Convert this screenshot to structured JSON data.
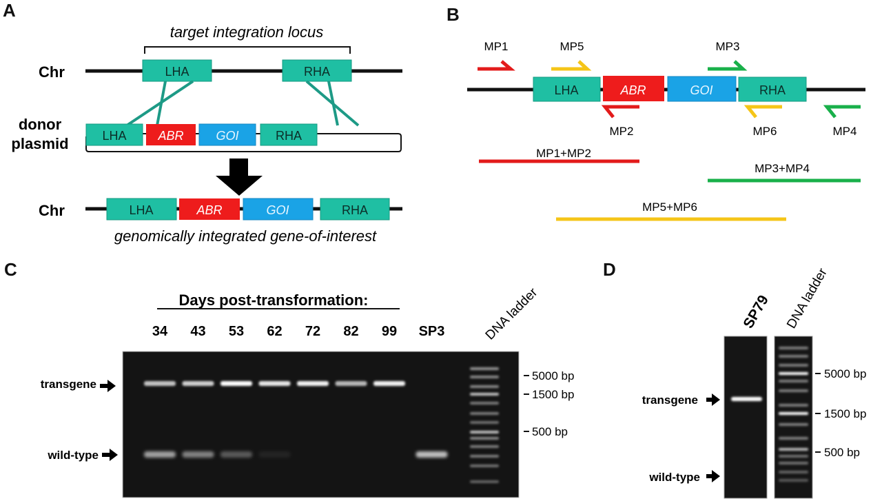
{
  "colors": {
    "arm": "#1fbfa3",
    "arm_stroke": "#149a82",
    "abr": "#ee1c1c",
    "goi": "#1aa3e6",
    "primer_red": "#e31b1b",
    "primer_yellow": "#f5c518",
    "primer_green": "#19b04a",
    "gel": "#141414",
    "connector": "#1d9a86"
  },
  "panelA": {
    "letter": "A",
    "locus_label": "target integration locus",
    "chr_label": "Chr",
    "donor_label_1": "donor",
    "donor_label_2": "plasmid",
    "chr2_label": "Chr",
    "result_caption": "genomically integrated gene-of-interest",
    "elements": {
      "lha": "LHA",
      "rha": "RHA",
      "abr": "ABR",
      "goi": "GOI"
    }
  },
  "panelB": {
    "letter": "B",
    "elements": {
      "lha": "LHA",
      "abr": "ABR",
      "goi": "GOI",
      "rha": "RHA"
    },
    "primers": [
      {
        "id": "mp1",
        "label": "MP1",
        "direction": "forward",
        "color": "red"
      },
      {
        "id": "mp5",
        "label": "MP5",
        "direction": "forward",
        "color": "yellow"
      },
      {
        "id": "mp3",
        "label": "MP3",
        "direction": "forward",
        "color": "green"
      },
      {
        "id": "mp2",
        "label": "MP2",
        "direction": "reverse",
        "color": "red"
      },
      {
        "id": "mp6",
        "label": "MP6",
        "direction": "reverse",
        "color": "yellow"
      },
      {
        "id": "mp4",
        "label": "MP4",
        "direction": "reverse",
        "color": "green"
      }
    ],
    "amplicons": [
      {
        "label": "MP1+MP2",
        "color": "red"
      },
      {
        "label": "MP3+MP4",
        "color": "green"
      },
      {
        "label": "MP5+MP6",
        "color": "yellow"
      }
    ]
  },
  "panelC": {
    "letter": "C",
    "heading": "Days post-transformation:",
    "lanes": [
      "34",
      "43",
      "53",
      "62",
      "72",
      "82",
      "99",
      "SP3"
    ],
    "ladder_label": "DNA ladder",
    "band_labels": {
      "transgene": "transgene",
      "wildtype": "wild-type"
    },
    "size_markers": [
      "5000 bp",
      "1500 bp",
      "500 bp"
    ],
    "band_intensity": {
      "transgene": [
        0.75,
        0.8,
        1.0,
        0.9,
        0.95,
        0.7,
        0.95,
        0
      ],
      "wildtype": [
        0.7,
        0.55,
        0.35,
        0.08,
        0,
        0,
        0,
        0.85
      ]
    }
  },
  "panelD": {
    "letter": "D",
    "lanes": [
      "SP79"
    ],
    "ladder_label": "DNA ladder",
    "band_labels": {
      "transgene": "transgene",
      "wildtype": "wild-type"
    },
    "size_markers": [
      "5000 bp",
      "1500 bp",
      "500 bp"
    ]
  }
}
